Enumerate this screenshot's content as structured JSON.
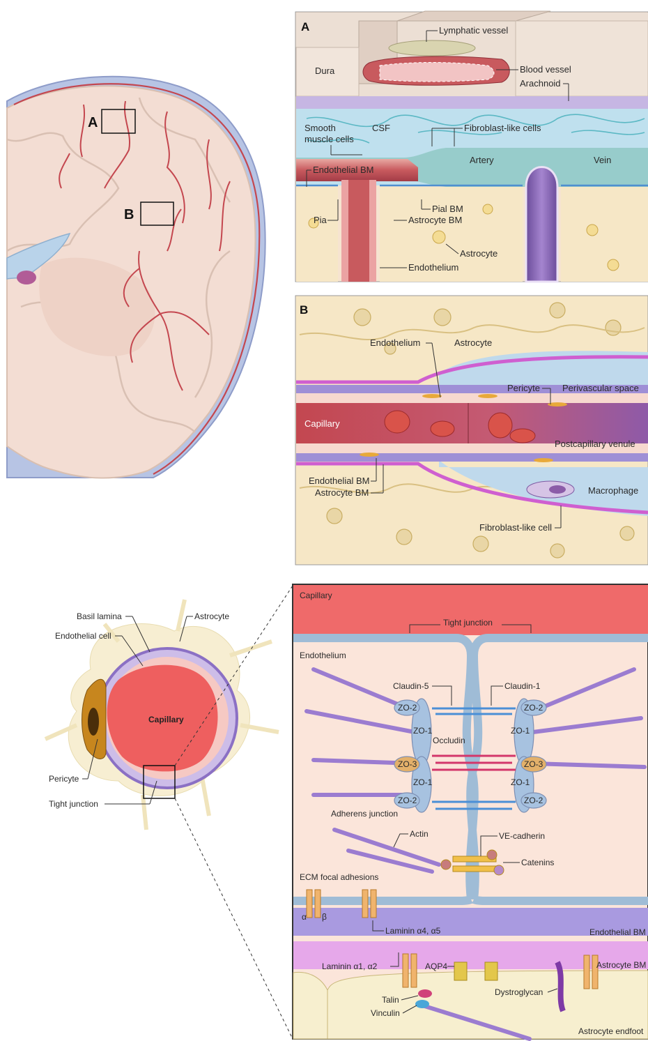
{
  "brain": {
    "marker_a": "A",
    "marker_b": "B"
  },
  "panel_a": {
    "letter": "A",
    "labels": {
      "lymphatic_vessel": "Lymphatic vessel",
      "dura": "Dura",
      "blood_vessel": "Blood vessel",
      "arachnoid": "Arachnoid",
      "smooth_muscle_1": "Smooth",
      "smooth_muscle_2": "muscle cells",
      "csf": "CSF",
      "fibroblast_like_cells": "Fibroblast-like cells",
      "artery": "Artery",
      "vein": "Vein",
      "endothelial_bm": "Endothelial BM",
      "pial_bm": "Pial BM",
      "astrocyte_bm": "Astrocyte BM",
      "pia": "Pia",
      "astrocyte": "Astrocyte",
      "endothelium": "Endothelium"
    }
  },
  "panel_b": {
    "letter": "B",
    "labels": {
      "endothelium": "Endothelium",
      "astrocyte": "Astrocyte",
      "pericyte": "Pericyte",
      "perivascular_space": "Perivascular space",
      "capillary": "Capillary",
      "postcapillary_venule": "Postcapillary venule",
      "endothelial_bm": "Endothelial BM",
      "astrocyte_bm": "Astrocyte BM",
      "macrophage": "Macrophage",
      "fibroblast_like_cell": "Fibroblast-like cell"
    }
  },
  "cross_section": {
    "labels": {
      "basil_lamina": "Basil lamina",
      "astrocyte": "Astrocyte",
      "endothelial_cell": "Endothelial cell",
      "capillary": "Capillary",
      "pericyte": "Pericyte",
      "tight_junction": "Tight junction"
    }
  },
  "junction": {
    "labels": {
      "capillary": "Capillary",
      "tight_junction": "Tight junction",
      "endothelium": "Endothelium",
      "claudin5": "Claudin-5",
      "claudin1": "Claudin-1",
      "zo2": "ZO-2",
      "zo1": "ZO-1",
      "zo3": "ZO-3",
      "occludin": "Occludin",
      "adherens_junction": "Adherens junction",
      "actin": "Actin",
      "ve_cadherin": "VE-cadherin",
      "catenins": "Catenins",
      "ecm_focal_adhesions": "ECM focal adhesions",
      "alpha": "α",
      "beta": "β",
      "laminin_a4a5": "Laminin α4, α5",
      "endothelial_bm": "Endothelial BM",
      "laminin_a1a2": "Laminin α1, α2",
      "aqp4": "AQP4",
      "astrocyte_bm": "Astrocyte BM",
      "talin": "Talin",
      "dystroglycan": "Dystroglycan",
      "vinculin": "Vinculin",
      "astrocyte_endfoot": "Astrocyte endfoot"
    }
  },
  "colors": {
    "vessel_red": "#c4474f",
    "brain_tissue": "#f3ddd3",
    "meninges": "#b7c4e4",
    "endothelium_pink": "#f7d9cf",
    "bm_purple": "#9f8fd6",
    "astrocyte_yellow": "#f6e2a8",
    "capillary_red": "#ee6f6f"
  }
}
